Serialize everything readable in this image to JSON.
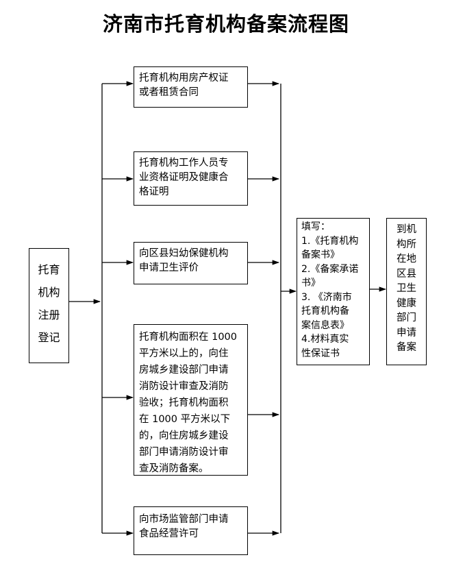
{
  "title": "济南市托育机构备案流程图",
  "start": {
    "lines": [
      "托育",
      "机构",
      "注册",
      "登记"
    ]
  },
  "requirements": [
    {
      "lines": [
        "托育机构用房产权证",
        "或者租赁合同"
      ]
    },
    {
      "lines": [
        "托育机构工作人员专",
        "业资格证明及健康合",
        "格证明"
      ]
    },
    {
      "lines": [
        "向区县妇幼保健机构",
        "申请卫生评价"
      ]
    },
    {
      "lines": [
        "托育机构面积在 1000",
        "平方米以上的，向住",
        "房城乡建设部门申请",
        "消防设计审查及消防",
        "验收；托育机构面积",
        "在 1000 平方米以下",
        "的，向住房城乡建设",
        "部门申请消防设计审",
        "查及消防备案。"
      ]
    },
    {
      "lines": [
        "向市场监管部门申请",
        "食品经营许可"
      ]
    }
  ],
  "fill_form": {
    "lines": [
      "填写：",
      "1.《托育机构",
      "备案书》",
      "2.《备案承诺",
      "书》",
      "3. 《济南市",
      "托育机构备",
      "案信息表》",
      "4.材料真实",
      "性保证书"
    ]
  },
  "final": {
    "lines": [
      "到机",
      "构所",
      "在地",
      "区县",
      "卫生",
      "健康",
      "部门",
      "申请",
      "备案"
    ]
  }
}
